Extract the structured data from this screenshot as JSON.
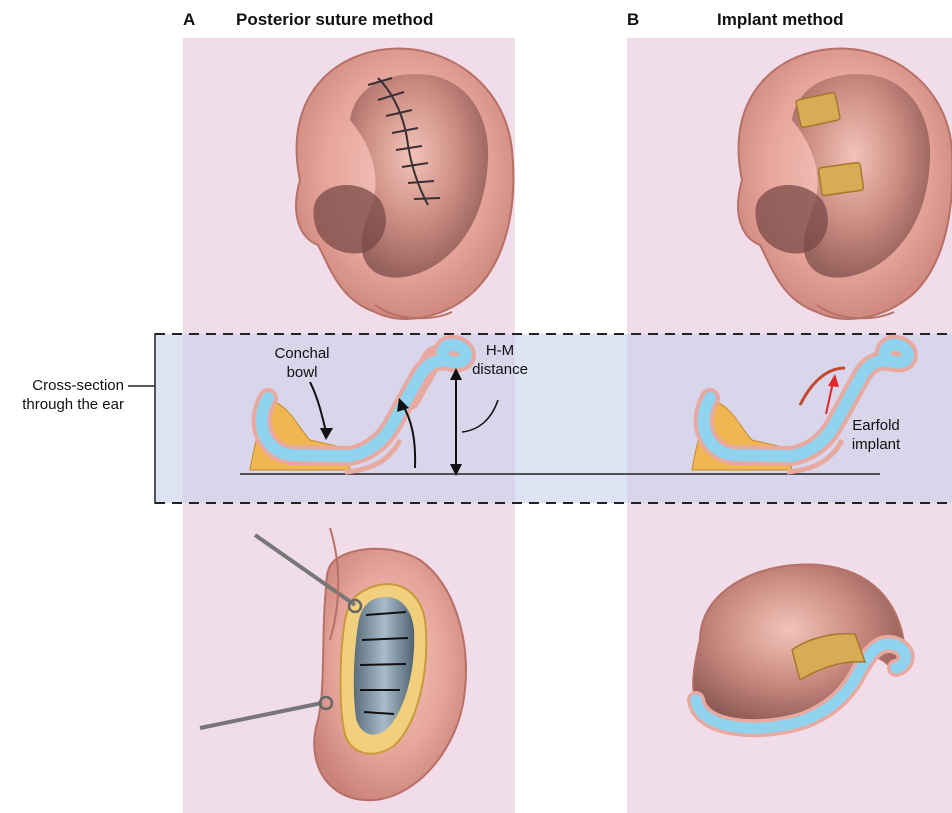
{
  "panel_a": {
    "letter": "A",
    "title": "Posterior suture method"
  },
  "panel_b": {
    "letter": "B",
    "title": "Implant method"
  },
  "cross_section": {
    "side_label_line1": "Cross-section",
    "side_label_line2": "through the ear",
    "conchal_line1": "Conchal",
    "conchal_line2": "bowl",
    "hm_line1": "H-M",
    "hm_line2": "distance",
    "implant_line1": "Earfold",
    "implant_line2": "implant"
  },
  "colors": {
    "panel_background": "#f1dde9",
    "band": "#c4cdeb",
    "skin": "#e8a9a0",
    "cartilage": "#8fd3ef",
    "implant": "#d8ab55",
    "arrow_red": "#e0272b"
  }
}
